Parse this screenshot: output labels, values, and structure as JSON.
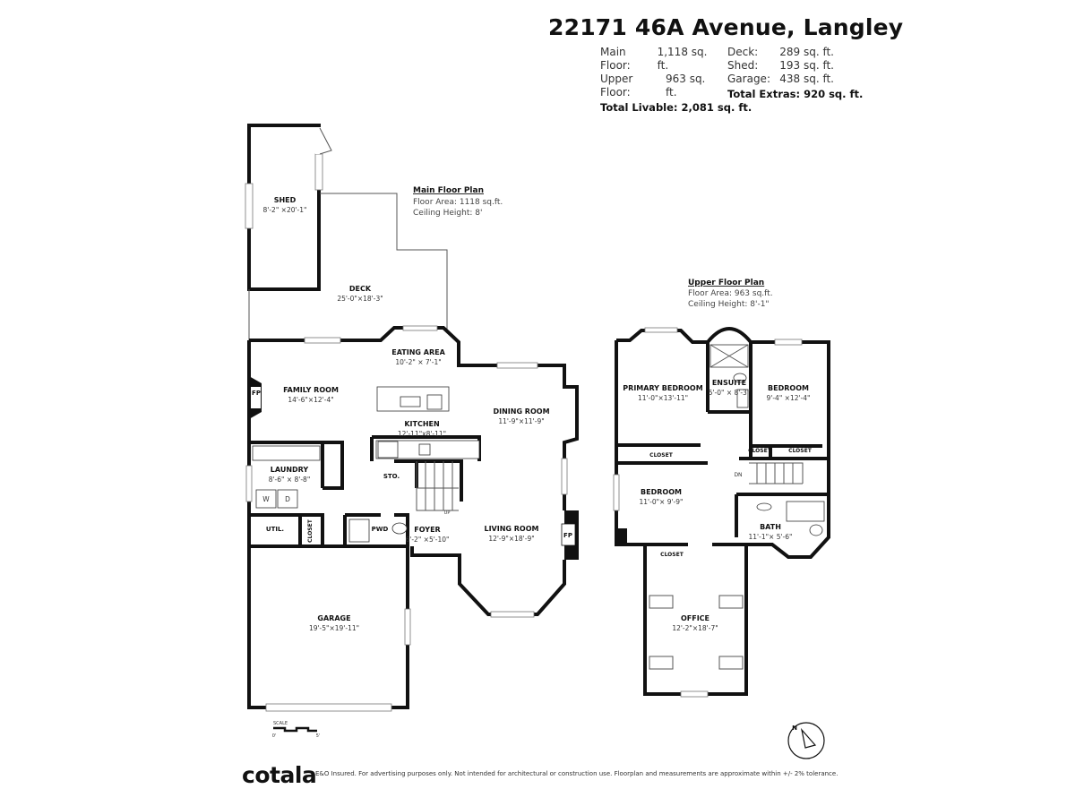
{
  "header": {
    "address": "22171 46A Avenue, Langley",
    "livable": [
      {
        "label": "Main Floor:",
        "value": "1,118 sq. ft."
      },
      {
        "label": "Upper Floor:",
        "value": "963 sq. ft."
      }
    ],
    "total_livable": "Total Livable: 2,081 sq. ft.",
    "extras": [
      {
        "label": "Deck:",
        "value": "289 sq. ft."
      },
      {
        "label": "Shed:",
        "value": "193 sq. ft."
      },
      {
        "label": "Garage:",
        "value": "438 sq. ft."
      }
    ],
    "total_extras": "Total Extras: 920 sq. ft."
  },
  "main_floor": {
    "title": "Main Floor Plan",
    "area": "Floor Area: 1118 sq.ft.",
    "ceiling": "Ceiling Height: 8'",
    "rooms": [
      {
        "name": "SHED",
        "dim": "8'-2\" ×20'-1\""
      },
      {
        "name": "DECK",
        "dim": "25'-0\"×18'-3\""
      },
      {
        "name": "EATING AREA",
        "dim": "10'-2\" × 7'-1\""
      },
      {
        "name": "FAMILY ROOM",
        "dim": "14'-6\"×12'-4\""
      },
      {
        "name": "KITCHEN",
        "dim": "12'-11\"x8'-11\""
      },
      {
        "name": "DINING ROOM",
        "dim": "11'-9\"×11'-9\""
      },
      {
        "name": "LAUNDRY",
        "dim": "8'-6\" × 8'-8\""
      },
      {
        "name": "LIVING ROOM",
        "dim": "12'-9\"×18'-9\""
      },
      {
        "name": "FOYER",
        "dim": "6'-2\" ×5'-10\""
      },
      {
        "name": "GARAGE",
        "dim": "19'-5\"×19'-11\""
      }
    ],
    "small_labels": {
      "fp": "FP",
      "sto": "STO.",
      "util": "UTIL.",
      "closet": "CLOSET",
      "pwd": "PWD",
      "up": "UP",
      "washer": "W",
      "dryer": "D"
    }
  },
  "upper_floor": {
    "title": "Upper Floor Plan",
    "area": "Floor Area: 963 sq.ft.",
    "ceiling": "Ceiling Height: 8'-1\"",
    "rooms": [
      {
        "name": "PRIMARY BEDROOM",
        "dim": "11'-0\"×13'-11\""
      },
      {
        "name": "ENSUITE",
        "dim": "5'-0\" × 8'-3\""
      },
      {
        "name": "BEDROOM",
        "dim": "9'-4\" ×12'-4\""
      },
      {
        "name": "BEDROOM",
        "dim": "11'-0\"× 9'-9\""
      },
      {
        "name": "BATH",
        "dim": "11'-1\"× 5'-6\""
      },
      {
        "name": "OFFICE",
        "dim": "12'-2\"×18'-7\""
      }
    ],
    "closet": "CLOSET",
    "dn": "DN"
  },
  "scale": {
    "label": "SCALE",
    "min": "0'",
    "max": "5'"
  },
  "compass": "N",
  "footer": {
    "brand": "cotala",
    "disclaimer": "E&O Insured. For advertising purposes only. Not intended for architectural or construction use. Floorplan and measurements are approximate within +/- 2% tolerance."
  }
}
